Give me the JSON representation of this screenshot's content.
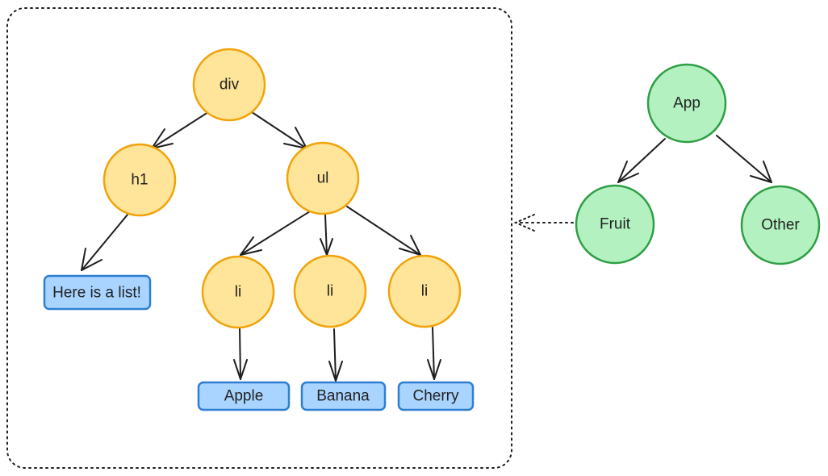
{
  "colors": {
    "html_node_fill": "#ffe599",
    "html_node_stroke": "#f0a30a",
    "text_node_fill": "#a8d4ff",
    "text_node_stroke": "#2e7fd1",
    "component_node_fill": "#b3f2c0",
    "component_node_stroke": "#2f9e44",
    "edge": "#1e1e1e",
    "container_border": "#1e1e1e"
  },
  "dom_tree": {
    "nodes": {
      "div": "div",
      "h1": "h1",
      "ul": "ul",
      "li_1": "li",
      "li_2": "li",
      "li_3": "li"
    },
    "text_nodes": {
      "heading_text": "Here is a list!",
      "item_1": "Apple",
      "item_2": "Banana",
      "item_3": "Cherry"
    }
  },
  "component_tree": {
    "app": "App",
    "fruit": "Fruit",
    "other": "Other"
  }
}
